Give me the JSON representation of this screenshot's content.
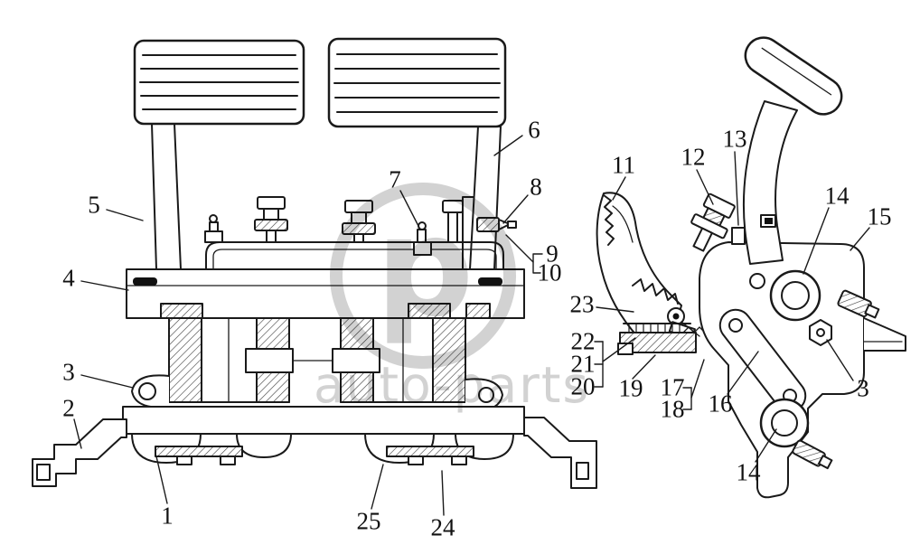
{
  "page": {
    "background": "#ffffff",
    "line_color": "#1a1a1a"
  },
  "watermark": {
    "text": "auto-parts",
    "logo_letter": "p",
    "color": "#d2d2d2"
  },
  "callouts": [
    {
      "n": "5"
    },
    {
      "n": "4"
    },
    {
      "n": "3"
    },
    {
      "n": "2"
    },
    {
      "n": "1"
    },
    {
      "n": "25"
    },
    {
      "n": "24"
    },
    {
      "n": "7"
    },
    {
      "n": "6"
    },
    {
      "n": "8"
    },
    {
      "n": "9"
    },
    {
      "n": "10"
    },
    {
      "n": "11"
    },
    {
      "n": "12"
    },
    {
      "n": "13"
    },
    {
      "n": "14"
    },
    {
      "n": "15"
    },
    {
      "n": "23"
    },
    {
      "n": "22"
    },
    {
      "n": "21"
    },
    {
      "n": "20"
    },
    {
      "n": "19"
    },
    {
      "n": "17"
    },
    {
      "n": "18"
    },
    {
      "n": "16"
    },
    {
      "n": "3"
    },
    {
      "n": "14"
    }
  ]
}
